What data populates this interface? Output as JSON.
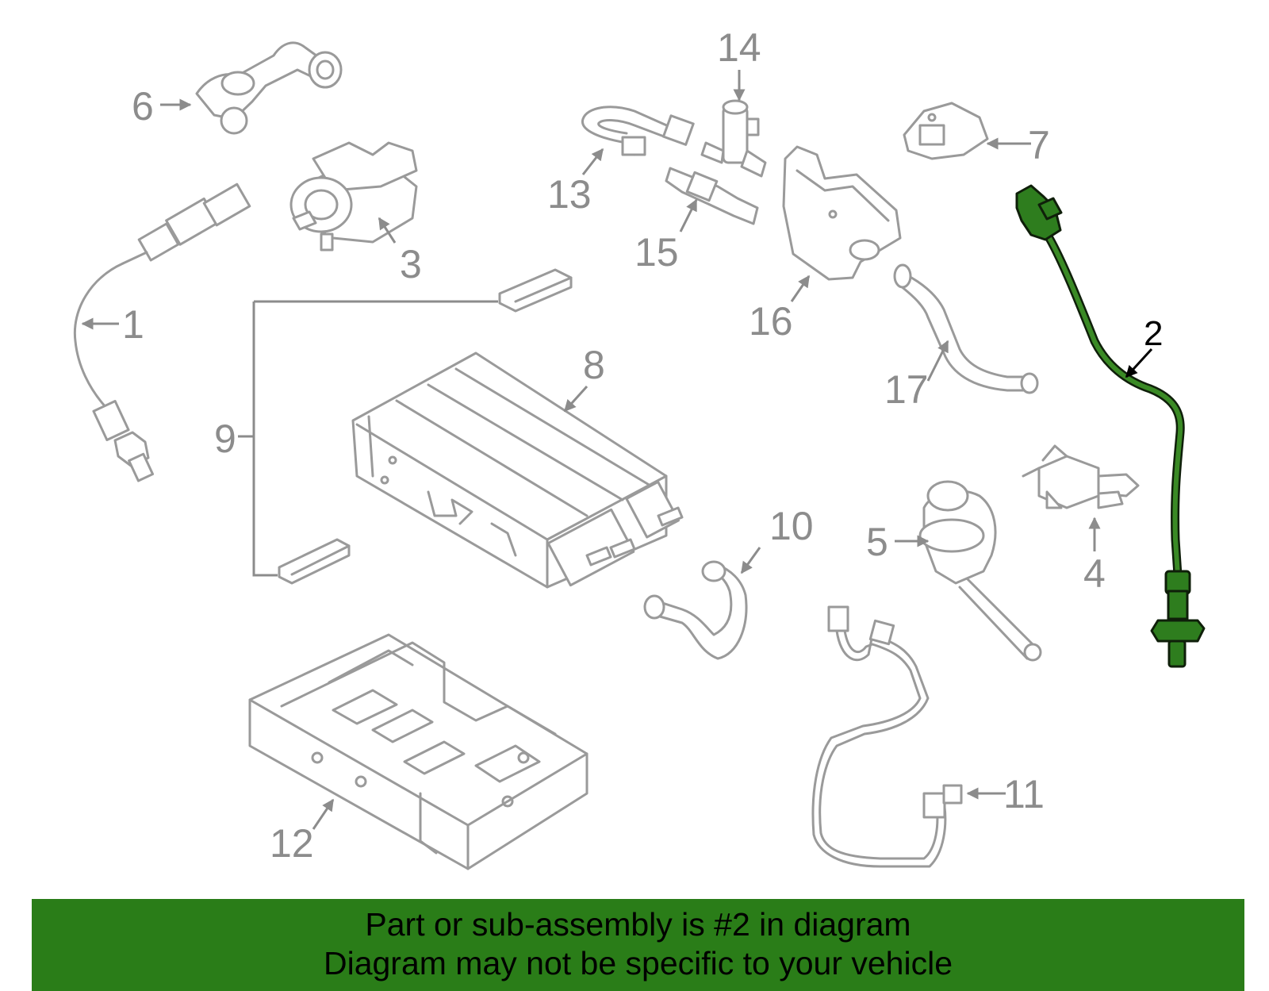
{
  "callouts": {
    "c1": "1",
    "c2": "2",
    "c3": "3",
    "c4": "4",
    "c5": "5",
    "c6": "6",
    "c7": "7",
    "c8": "8",
    "c9": "9",
    "c10": "10",
    "c11": "11",
    "c12": "12",
    "c13": "13",
    "c14": "14",
    "c15": "15",
    "c16": "16",
    "c17": "17"
  },
  "highlighted_part": "2",
  "colors": {
    "highlight": "#2e7d1e",
    "banner": "#2a7d18",
    "outline": "#9a9a9a"
  },
  "banner": {
    "line1": "Part or sub-assembly is #2 in diagram",
    "line2": "Diagram may not be specific to your vehicle"
  }
}
